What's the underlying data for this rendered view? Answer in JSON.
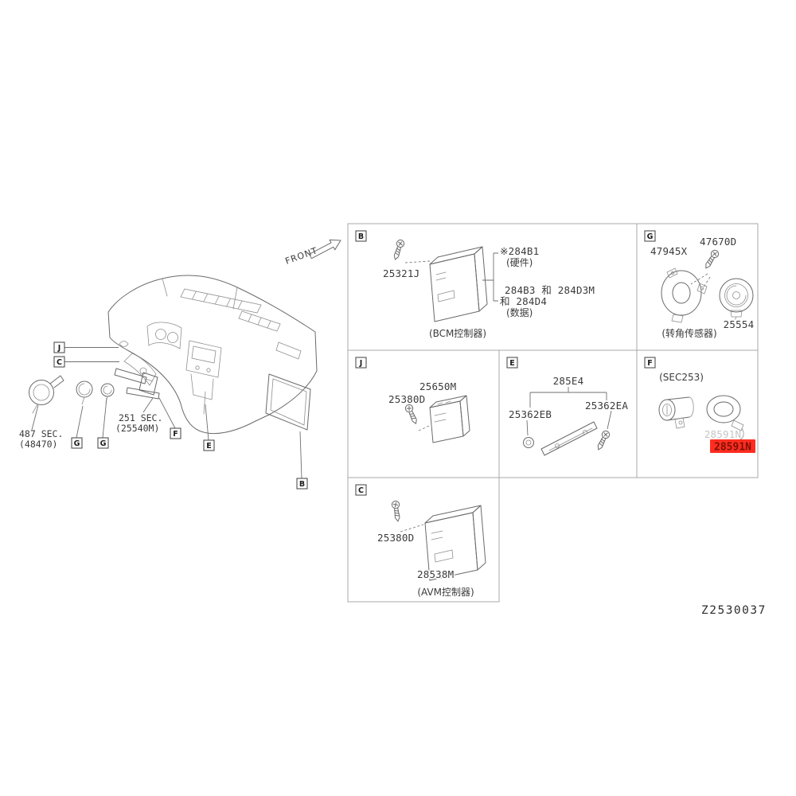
{
  "figure": {
    "front_label": "FRONT",
    "drawing_number": "Z2530037"
  },
  "left": {
    "sec487_line1": "487 SEC.",
    "sec487_line2": "(48470)",
    "sec251_line1": "251 SEC.",
    "sec251_line2": "(25540M)",
    "callouts": {
      "j": "J",
      "c": "C",
      "g1": "G",
      "g2": "G",
      "f": "F",
      "e": "E",
      "b": "B"
    }
  },
  "panels": {
    "b": {
      "callout": "B",
      "p1": "25321J",
      "p2": "※284B1",
      "p2_note": "(硬件)",
      "p3": "284B3 和 284D3M",
      "p4": "和 284D4",
      "p4_note": "(数据)",
      "caption": "(BCM控制器)"
    },
    "g": {
      "callout": "G",
      "p1": "47945X",
      "p2": "47670D",
      "p3": "25554",
      "caption": "(转角传感器)"
    },
    "j": {
      "callout": "J",
      "p1": "25650M",
      "p2": "25380D"
    },
    "e": {
      "callout": "E",
      "p1": "285E4",
      "p2": "25362EB",
      "p3": "25362EA"
    },
    "f": {
      "callout": "F",
      "sec": "(SEC253)",
      "part_original": "28591N",
      "part_highlight": "28591N",
      "highlight_bg": "#ff2d21",
      "highlight_fg": "#7e1004"
    },
    "c": {
      "callout": "C",
      "p1": "25380D",
      "p2": "28538M",
      "caption": "(AVM控制器)"
    }
  }
}
